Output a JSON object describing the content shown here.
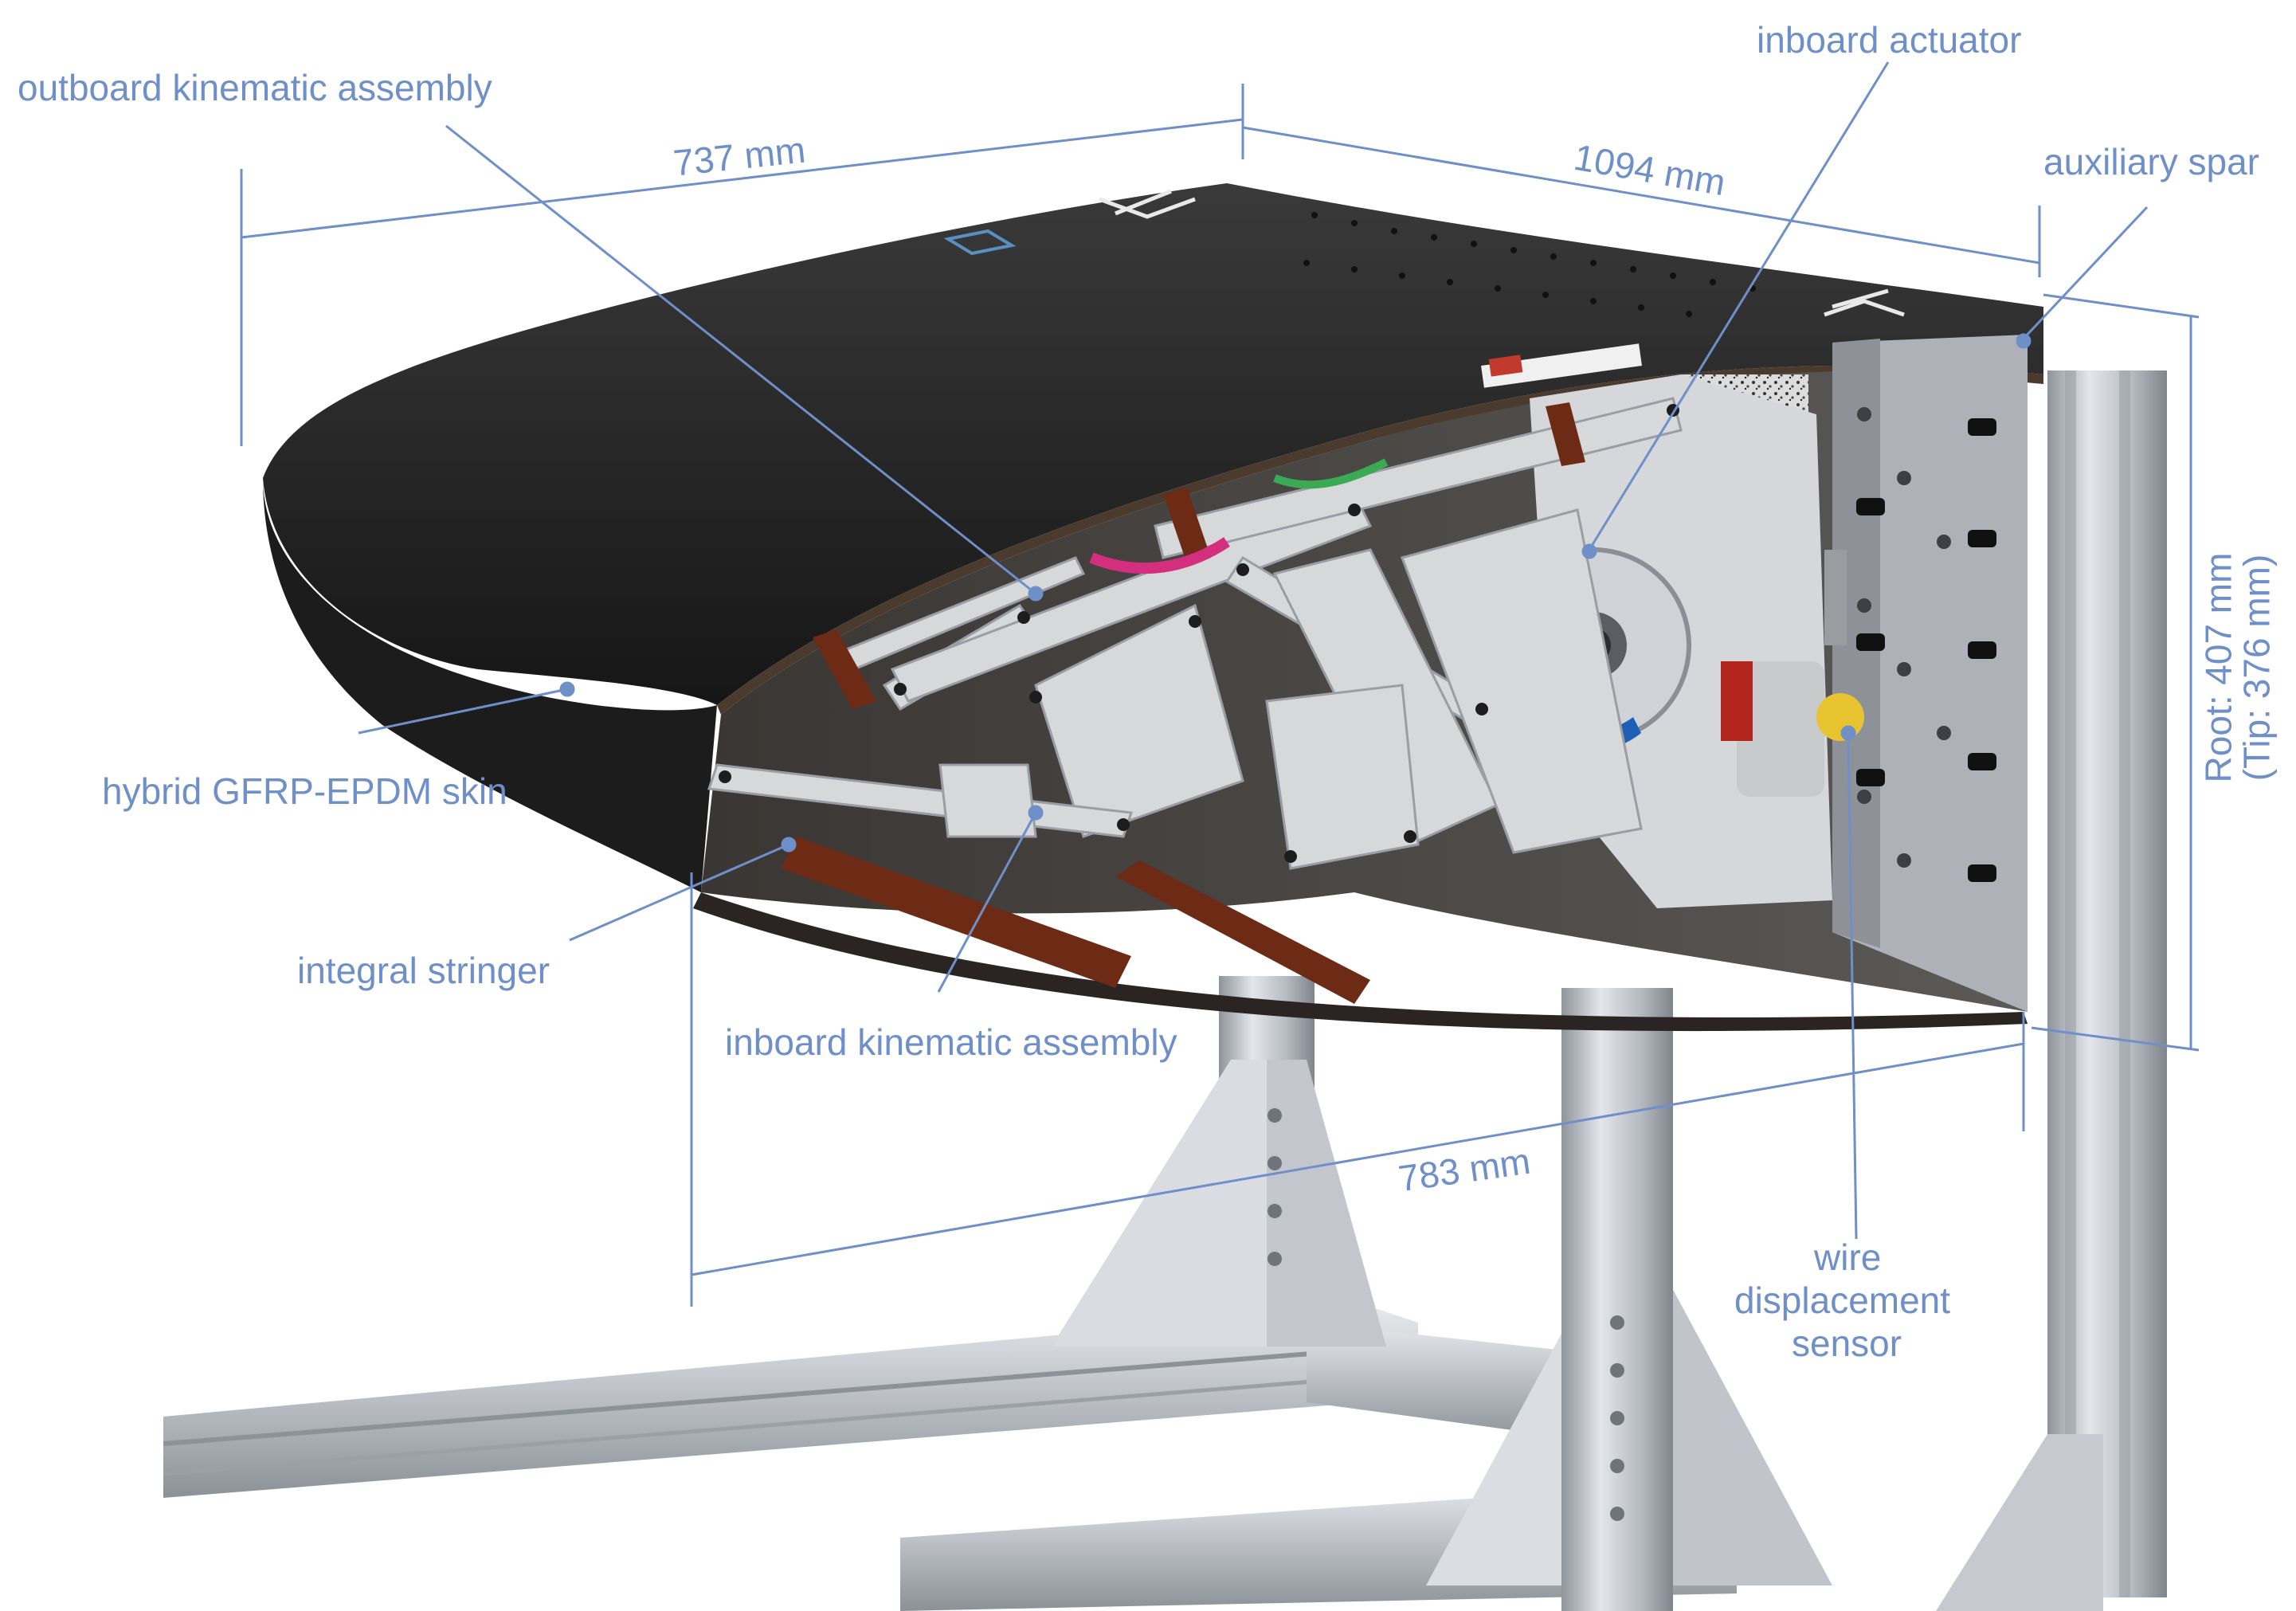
{
  "colors": {
    "annotation": "#6f8fc9",
    "skin": "#2a2a2a",
    "metal": "#c9ccd1",
    "frame": "#b9bdc4",
    "actuator_blue": "#1f5fb5",
    "stringer": "#7a2a12"
  },
  "labels": {
    "outboard_kinematic": "outboard kinematic assembly",
    "inboard_actuator": "inboard actuator",
    "auxiliary_spar": "auxiliary spar",
    "hybrid_skin": "hybrid GFRP-EPDM skin",
    "integral_stringer": "integral stringer",
    "inboard_kinematic": "inboard kinematic assembly",
    "wire_sensor_1": "wire",
    "wire_sensor_2": "displacement",
    "wire_sensor_3": "sensor"
  },
  "dimensions": {
    "span_outboard": "737 mm",
    "span_inboard": "1094 mm",
    "chord": "783 mm",
    "height_root": "Root: 407 mm",
    "height_tip": "(Tip: 376 mm)"
  }
}
